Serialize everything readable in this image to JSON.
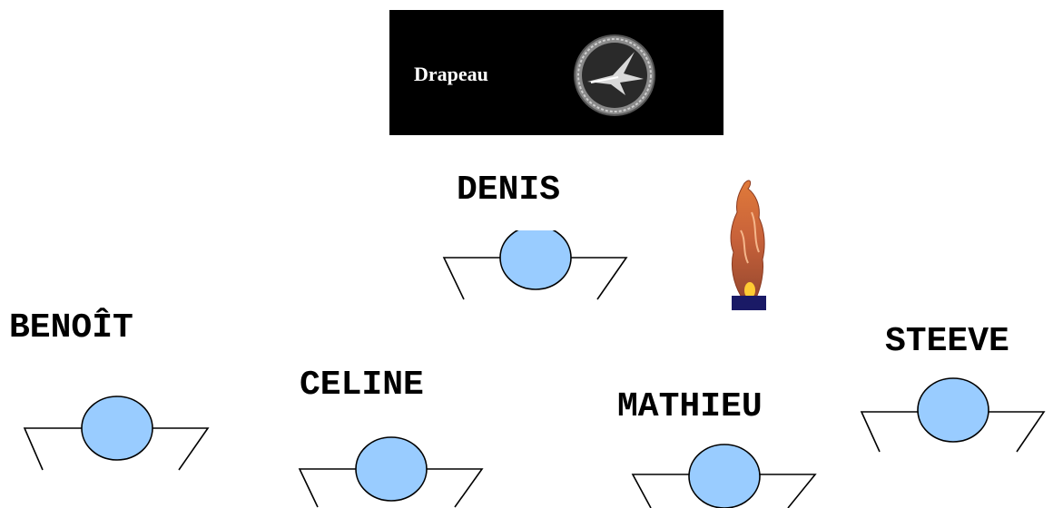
{
  "banner": {
    "label": "Drapeau"
  },
  "people": [
    {
      "id": "denis",
      "name": "DENIS"
    },
    {
      "id": "benoit",
      "name": "BENOÎT"
    },
    {
      "id": "celine",
      "name": "CELINE"
    },
    {
      "id": "mathieu",
      "name": "MATHIEU"
    },
    {
      "id": "steeve",
      "name": "STEEVE"
    }
  ],
  "colors": {
    "head_fill": "#99ccff",
    "stroke": "#000000",
    "banner_bg": "#000000",
    "torch_base": "#1a1a66"
  },
  "icons": {
    "seal": "seal-icon",
    "torch": "torch-icon",
    "person": "person-seat-icon"
  }
}
